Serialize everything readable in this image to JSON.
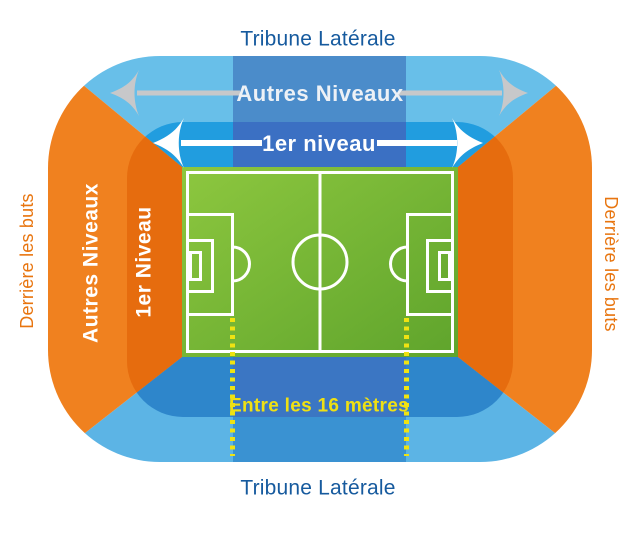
{
  "diagram": {
    "type": "stadium-seating-map",
    "labels": {
      "tribune_top": "Tribune Latérale",
      "tribune_bottom": "Tribune Latérale",
      "autres_niveaux_top": "Autres Niveaux",
      "premier_niveau_top": "1er niveau",
      "autres_niveaux_left": "Autres Niveaux",
      "premier_niveau_left": "1er Niveau",
      "derriere_les_buts_left": "Derrière les buts",
      "derriere_les_buts_right": "Derrière les buts",
      "entre_16_metres": "Entre les 16 mètres"
    },
    "zones": [
      {
        "name": "Tribune Latérale (top & bottom)",
        "color_outer": "#68bfe9",
        "color_inner": "#219ddf"
      },
      {
        "name": "Derrière les buts (left & right)",
        "color_outer": "#f0811f",
        "color_inner": "#e66c0e"
      },
      {
        "name": "Entre les 16 mètres (central column)",
        "color_outer": "#4b8cca",
        "color_inner": "#3b70c3"
      }
    ]
  },
  "colors": {
    "blue_outer_top": "#68bfe9",
    "blue_outer_bottom": "#5cb4e5",
    "blue_inner_top": "#219ddf",
    "blue_inner_bottom": "#2e86cb",
    "col_outer_top": "#4b8cca",
    "col_inner_top": "#3b70c3",
    "col_inner_bottom": "#3b76c3",
    "col_outer_bottom": "#3a92d2",
    "orange_outer": "#f0811f",
    "orange_inner": "#e66c0e",
    "grass_light": "#8dc73f",
    "grass_dark": "#5fa42c",
    "pitch_line": "#ffffff",
    "dotted_yellow": "#efe312",
    "arrow_gray": "#c7c8ca",
    "arrow_white": "#ffffff",
    "text_blue": "#165a9e",
    "text_orange": "#e8750f",
    "text_yellow": "#efe013"
  }
}
